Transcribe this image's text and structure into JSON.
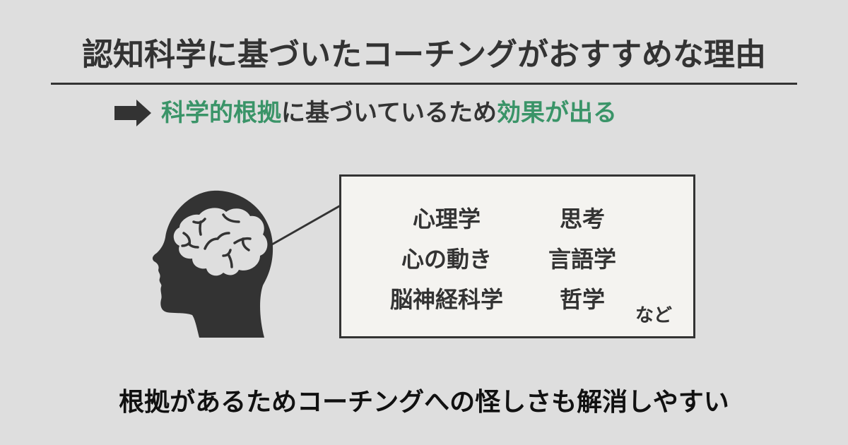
{
  "title": "認知科学に基づいたコーチングがおすすめな理由",
  "subline": {
    "icon": "right-arrow-icon",
    "parts": [
      {
        "text": "科学的根拠",
        "highlight": true
      },
      {
        "text": "に基づいているため",
        "highlight": false
      },
      {
        "text": "効果が出る",
        "highlight": true
      }
    ]
  },
  "illustration": {
    "icon": "head-brain-icon"
  },
  "box": {
    "left_column": [
      "心理学",
      "心の動き",
      "脳神経科学"
    ],
    "right_column": [
      "思考",
      "言語学",
      "哲学"
    ],
    "etc": "など"
  },
  "footer": "根拠があるためコーチングへの怪しさも解消しやすい",
  "colors": {
    "background": "#dedede",
    "text": "#333333",
    "accent_green": "#3a9468",
    "box_fill": "#f4f3f0"
  }
}
